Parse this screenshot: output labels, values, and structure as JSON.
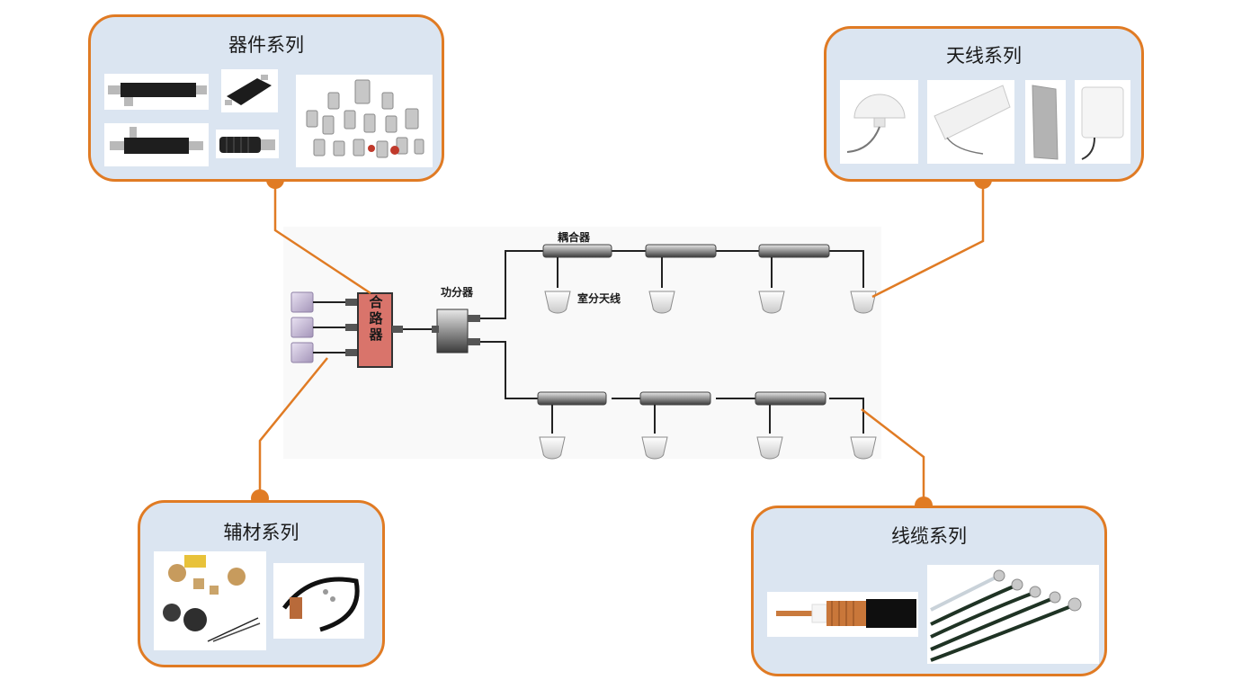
{
  "panels": {
    "components": {
      "title": "器件系列"
    },
    "antennas": {
      "title": "天线系列"
    },
    "accessories": {
      "title": "辅材系列"
    },
    "cables": {
      "title": "线缆系列"
    }
  },
  "diagram": {
    "combiner_label": "合\n路\n器",
    "splitter_label": "功分器",
    "coupler_label": "耦合器",
    "antenna_label": "室分天线"
  },
  "colors": {
    "panel_fill": "#dbe5f1",
    "panel_border": "#e07b24",
    "connector_line": "#e07b24",
    "combiner_fill": "#d9746b"
  },
  "icons": [
    "splitter-image",
    "coupler-image",
    "load-image",
    "connector-set-image",
    "ceiling-antenna-image",
    "log-periodic-antenna-image",
    "panel-antenna-image",
    "grounding-kit-image",
    "coaxial-cable-image",
    "jumper-cables-image"
  ]
}
